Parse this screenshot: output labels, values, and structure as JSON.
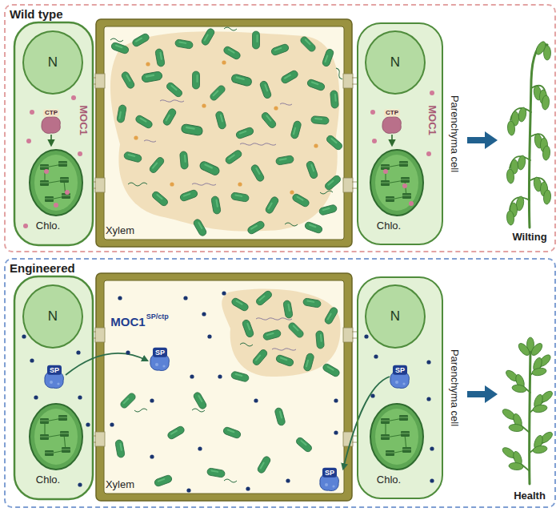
{
  "diagram": {
    "nodes": [
      {
        "text": [
          "Wild type"
        ]
      },
      {
        "text": [
          "N"
        ],
        "in": 0
      },
      {
        "text": [
          "Chlo."
        ],
        "in": 0
      },
      {
        "text": [
          "Xylem"
        ],
        "in": 0
      },
      {
        "text": [
          "Parenchyma cell"
        ],
        "in": 0
      },
      {
        "text": [
          "N"
        ],
        "in": 4
      },
      {
        "text": [
          "Chlo."
        ],
        "in": 4
      },
      {
        "text": [
          "Engineered"
        ]
      },
      {
        "text": [
          "N"
        ],
        "in": 7
      },
      {
        "text": [
          "Chlo."
        ],
        "in": 7
      },
      {
        "text": [
          "Xylem"
        ],
        "in": 7
      },
      {
        "text": [
          "Parenchyma cell"
        ],
        "in": 7
      },
      {
        "text": [
          "N"
        ],
        "in": 11
      },
      {
        "text": [
          "Chlo."
        ],
        "in": 11
      }
    ],
    "labels": [
      "MOC1",
      "CTP",
      "CTP",
      "MOC1",
      "Wilting",
      "MOC1",
      "SP/ctp",
      "SP",
      "SP",
      "SP",
      "SP",
      "Health"
    ]
  }
}
